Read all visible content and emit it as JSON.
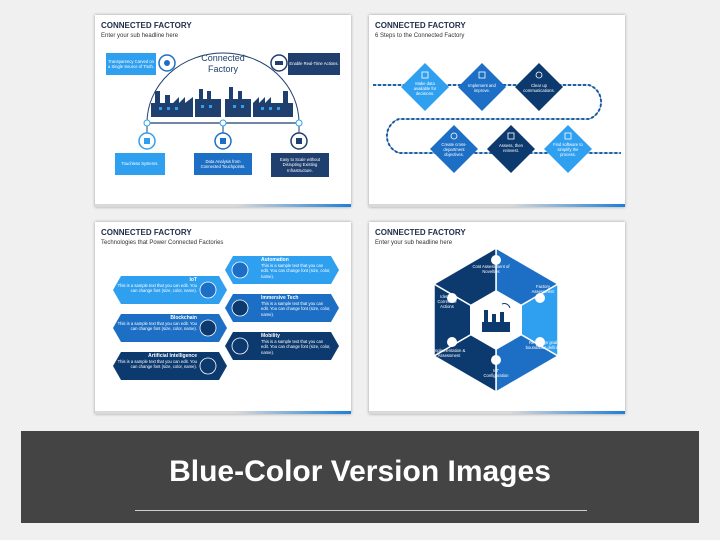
{
  "colors": {
    "dark": "#0d3a6e",
    "mid": "#1c6fc4",
    "light": "#2f9ff0",
    "banner": "#444444"
  },
  "slide1": {
    "title": "CONNECTED FACTORY",
    "subtitle": "Enter your sub headline here",
    "center_title": "Connected Factory",
    "box_tl": "Transparency Carved on a Single Source of Truth.",
    "box_tr": "Enable Real-Time Actions.",
    "box_bl": "Touchless Systems.",
    "box_bm": "Data Analysis from Connected Touchpoints.",
    "box_br": "Easy to Scale without Disrupting Existing Infrastructure."
  },
  "slide2": {
    "title": "CONNECTED FACTORY",
    "subtitle": "6 Steps to the Connected Factory",
    "steps": [
      "Make data available for decisions.",
      "Implement and improve.",
      "Clear up communications.",
      "Create cross-department objectives.",
      "Assess, then reinvest.",
      "Find software to simplify the process."
    ]
  },
  "slide3": {
    "title": "CONNECTED FACTORY",
    "subtitle": "Technologies that Power Connected Factories",
    "sample": "This is a sample text that you can edit. You can change font (size, color, name).",
    "left_items": [
      "IoT",
      "Blockchain",
      "Artificial Intelligence"
    ],
    "right_items": [
      "Automation",
      "Immersive Tech",
      "Mobility"
    ]
  },
  "slide4": {
    "title": "CONNECTED FACTORY",
    "subtitle": "Enter your sub headline here",
    "segments": [
      "Cost Assessment of Novelties",
      "Factory Assessment",
      "Re-design goal & boundaries definition",
      "IoT Configuration",
      "Implementation & Assessment",
      "Identify Corrective Actions"
    ]
  },
  "banner": {
    "text": "Blue-Color Version Images"
  }
}
